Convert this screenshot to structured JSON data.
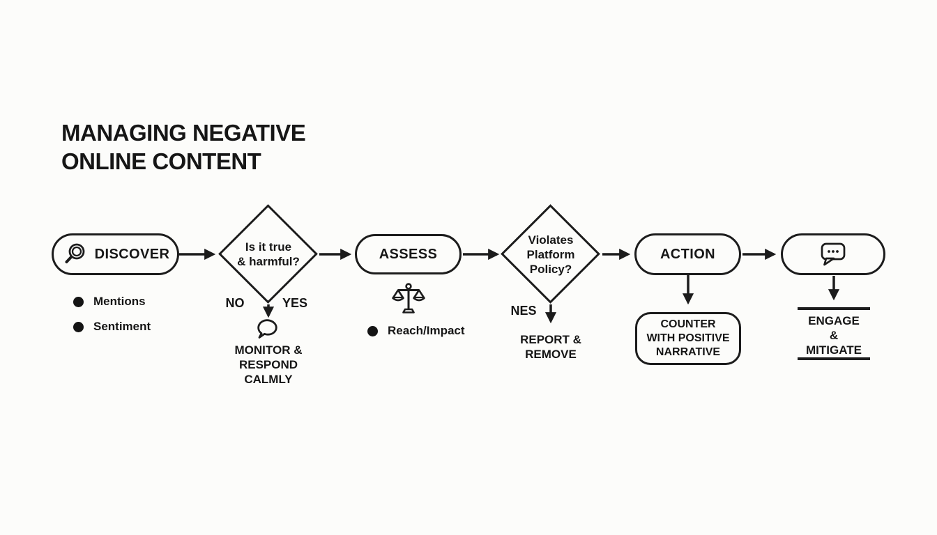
{
  "title": "MANAGING NEGATIVE\nONLINE CONTENT",
  "colors": {
    "ink": "#1c1c1c",
    "background": "#fcfcfa"
  },
  "flow": {
    "discover": {
      "label": "DISCOVER",
      "icon": "magnifier-icon",
      "bullets": [
        "Mentions",
        "Sentiment"
      ]
    },
    "decision_true_harmful": {
      "question": "Is it true\n& harmful?",
      "branch_no": "NO",
      "branch_yes": "YES",
      "outcome_icon": "speech-bubble-icon",
      "outcome": "MONITOR &\nRESPOND\nCALMLY"
    },
    "assess": {
      "label": "ASSESS",
      "icon": "scales-icon",
      "bullets": [
        "Reach/Impact"
      ]
    },
    "decision_platform_policy": {
      "question": "Violates\nPlatform\nPolicy?",
      "branch_label": "NES",
      "outcome": "REPORT &\nREMOVE"
    },
    "action": {
      "label": "ACTION",
      "outcome": "COUNTER\nWITH POSITIVE\nNARRATIVE"
    },
    "engage": {
      "icon": "chat-dots-icon",
      "outcome": "ENGAGE\n&\nMITIGATE"
    }
  }
}
